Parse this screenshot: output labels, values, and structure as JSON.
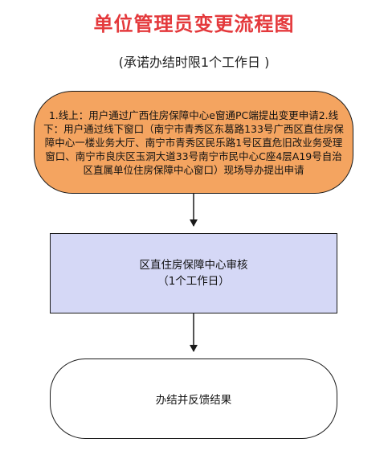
{
  "title": "单位管理员变更流程图",
  "subtitle": "(承诺办结时限1个工作日 )",
  "nodes": {
    "apply": {
      "text": "1.线上：用户通过广西住房保障中心e窗通PC端提出变更申请2.线下：用户通过线下窗口（南宁市青秀区东葛路133号广西区直住房保障中心一楼业务大厅、南宁市青秀区民乐路1号区直危旧改业务受理窗口、南宁市良庆区玉洞大道33号南宁市民中心C座4层A19号自治区直属单位住房保障中心窗口）现场导办提出申请"
    },
    "review": {
      "line1": "区直住房保障中心审核",
      "line2": "（1个工作日）"
    },
    "finish": {
      "text": "办结并反馈结果"
    }
  },
  "colors": {
    "title": "#e4393c",
    "apply_fill": "#f4a460",
    "review_fill": "#d5d8f6",
    "finish_fill": "#ffffff",
    "stroke": "#1a1a1a"
  }
}
